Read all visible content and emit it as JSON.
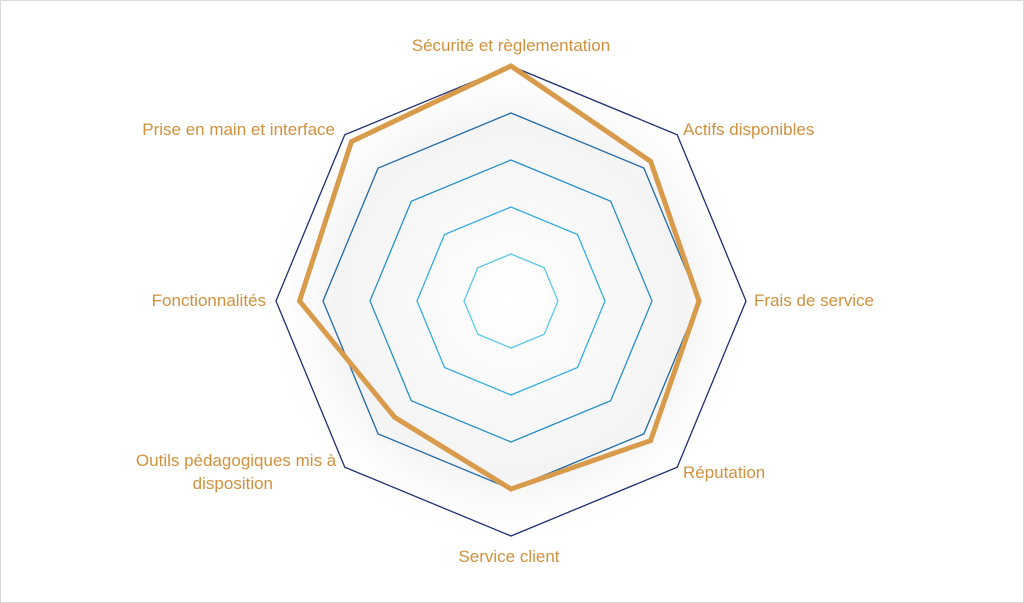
{
  "chart_data": {
    "type": "radar",
    "categories": [
      "Sécurité et règlementation",
      "Actifs disponibles",
      "Frais de service",
      "Réputation",
      "Service client",
      "Outils pédagogiques mis à disposition",
      "Fonctionnalités",
      "Prise en main et interface"
    ],
    "series": [
      {
        "values": [
          5.0,
          4.2,
          4.0,
          4.2,
          4.0,
          3.5,
          4.5,
          4.8
        ]
      }
    ],
    "rmax": 5,
    "rings": [
      1,
      2,
      3,
      4,
      5
    ],
    "grid": true,
    "legend": "none",
    "colors": {
      "series": "#d89b4c",
      "label": "#d1913c",
      "rings": [
        "#5bc8e8",
        "#35aee0",
        "#2790c9",
        "#1f69a8",
        "#1f2f72"
      ]
    }
  }
}
